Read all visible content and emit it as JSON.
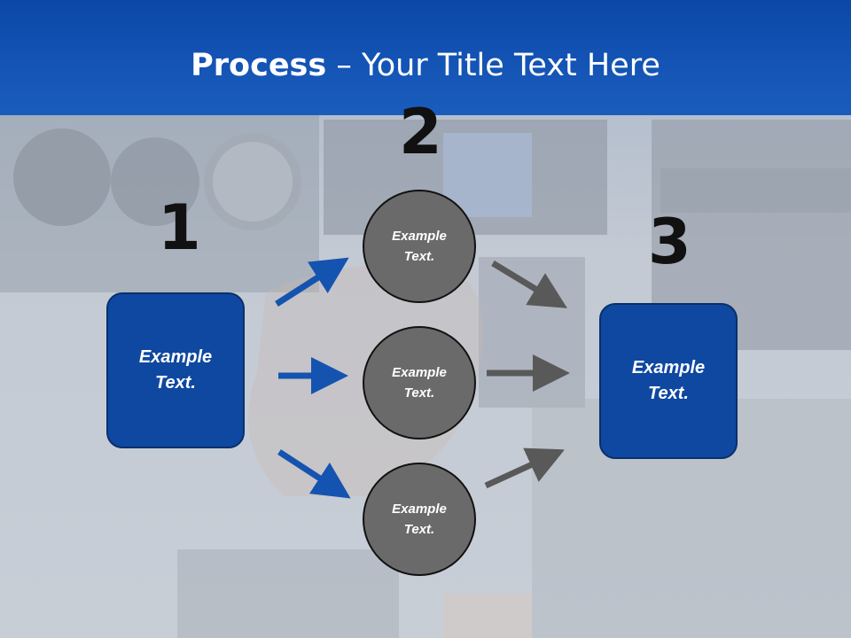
{
  "slide": {
    "title_bold": "Process",
    "title_rest": " – Your Title Text Here"
  },
  "steps": {
    "one": "1",
    "two": "2",
    "three": "3"
  },
  "boxes": {
    "left": "Example\nText.",
    "right": "Example\nText."
  },
  "circles": {
    "top": "Example\nText.",
    "middle": "Example\nText.",
    "bottom": "Example\nText."
  },
  "colors": {
    "header_blue": "#0b48a6",
    "box_blue": "#0e48a0",
    "circle_gray": "#6a6a6a",
    "arrow_blue": "#1553b0",
    "arrow_gray": "#595959"
  }
}
